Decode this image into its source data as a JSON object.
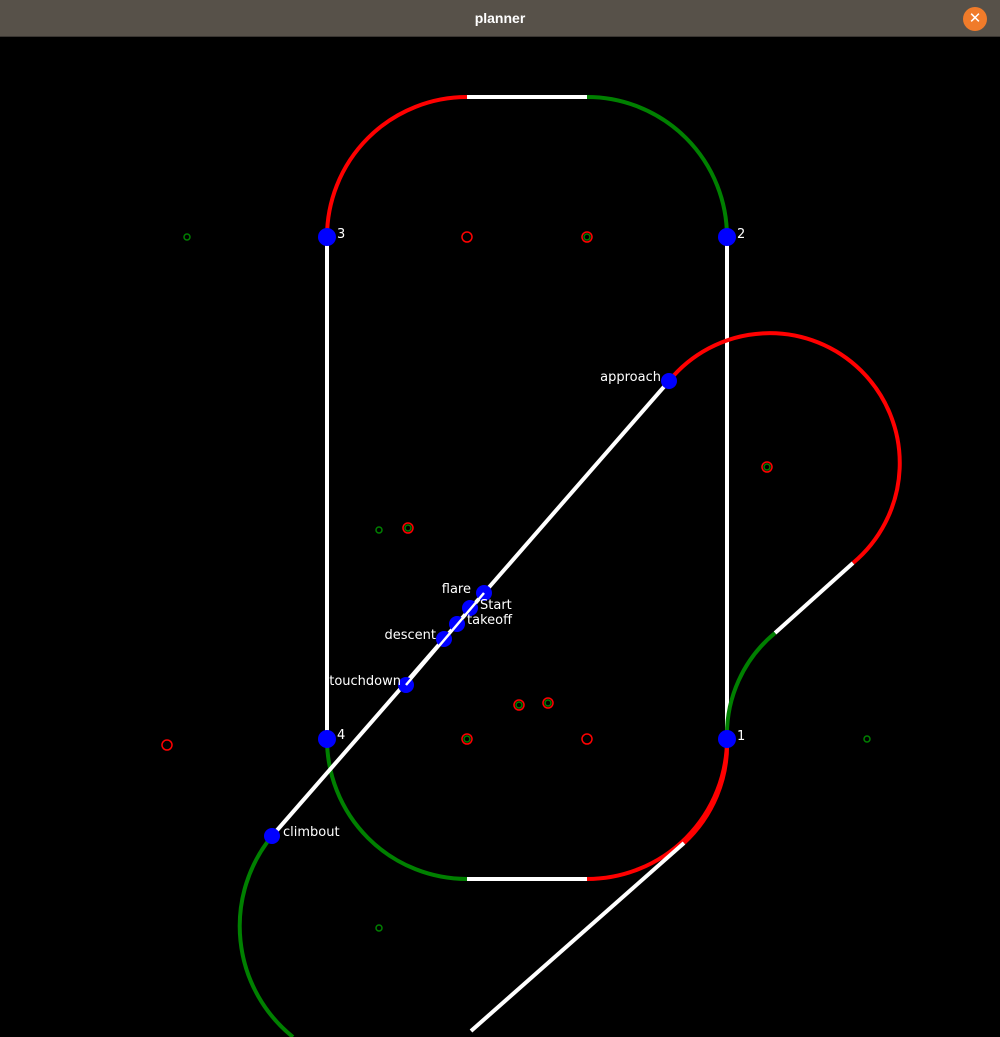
{
  "window": {
    "title": "planner",
    "close_symbol": "✕"
  },
  "colors": {
    "background": "#000000",
    "titlebar": "#575149",
    "close": "#f07b2a",
    "path_white": "#ffffff",
    "path_red": "#ff0000",
    "path_green": "#008000",
    "waypoint": "#0000ff"
  },
  "waypoints": {
    "wp1": "1",
    "wp2": "2",
    "wp3": "3",
    "wp4": "4",
    "approach": "approach",
    "flare": "flare",
    "start": "Start",
    "takeoff": "takeoff",
    "descent": "descent",
    "touchdown": "touchdown",
    "climbout": "climbout"
  }
}
